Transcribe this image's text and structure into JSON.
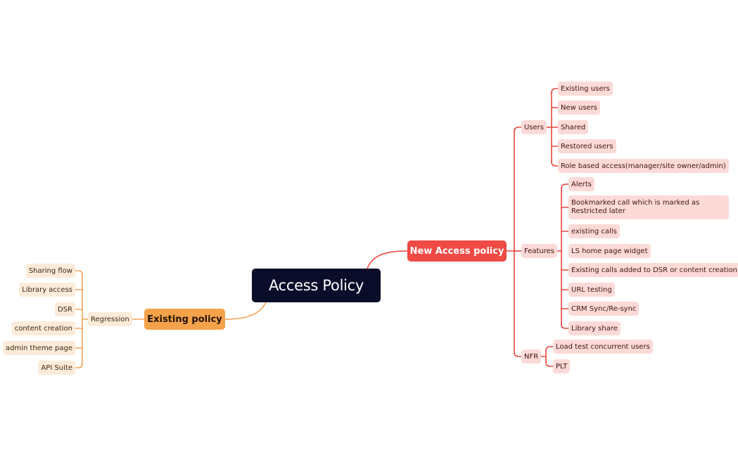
{
  "root": {
    "label": "Access Policy"
  },
  "new_access": {
    "label": "New Access policy",
    "users": {
      "label": "Users",
      "items": [
        "Existing users",
        "New users",
        " Shared",
        "Restored users",
        "Role based access(manager/site owner/admin)"
      ]
    },
    "features": {
      "label": "Features",
      "items": [
        "Alerts",
        "Bookmarked call which is marked as Restricted later",
        "existing calls",
        "LS home page widget",
        "Existing calls added to DSR or content creation",
        "URL testing",
        "CRM Sync/Re-sync",
        "Library share"
      ]
    },
    "nfr": {
      "label": "NFR",
      "items": [
        "Load test concurrent users",
        "PLT"
      ]
    }
  },
  "existing": {
    "label": "Existing policy",
    "regression": {
      "label": "Regression",
      "items": [
        "Sharing flow",
        "Library access",
        "DSR",
        "content creation",
        "admin theme page",
        "API Suite"
      ]
    }
  },
  "colors": {
    "root": "#0a0d2a",
    "red_main": "#f04a45",
    "red_line": "#e8453c",
    "red_fill": "#fddad7",
    "orange_main": "#f5a24a",
    "orange_line": "#f3a35a",
    "orange_fill": "#fdebd9"
  }
}
